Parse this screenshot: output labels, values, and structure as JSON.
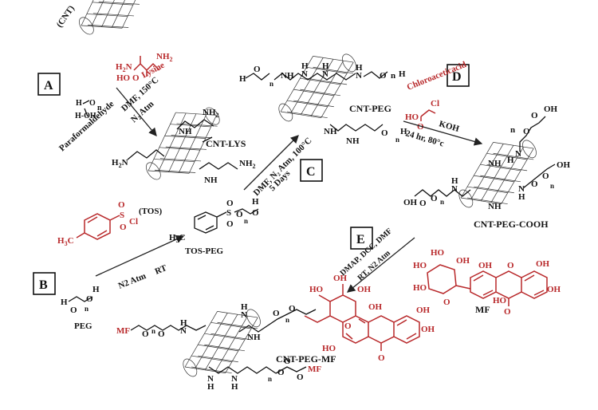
{
  "step_labels": {
    "A": "A",
    "B": "B",
    "C": "C",
    "D": "D",
    "E": "E"
  },
  "compounds": {
    "cnt": "(CNT)",
    "lysine": "Lysine",
    "paraformaldehyde": "Paraformaldehyde",
    "cnt_lys": "CNT-LYS",
    "tos": "(TOS)",
    "tos_peg": "TOS-PEG",
    "peg": "PEG",
    "cnt_peg": "CNT-PEG",
    "chloroaceticacid": "Chloroaceticacid",
    "cnt_peg_cooh": "CNT-PEG-COOH",
    "mf": "MF",
    "cnt_peg_mf": "CNT-PEG-MF"
  },
  "conditions": {
    "a_line1": "DMF, 150°C",
    "a_line2": "N₂ Atm",
    "b_line1": "N2 Atm",
    "b_line2": "RT",
    "c_line1": "DMF, N₂ Atm, 100°C",
    "c_line2": "5 Days",
    "d_line1": "KOH",
    "d_line2": "24 hr, 80°c",
    "e_line1": "DMAP, DCC, DMF",
    "e_line2": "RT, N2 Atm"
  }
}
